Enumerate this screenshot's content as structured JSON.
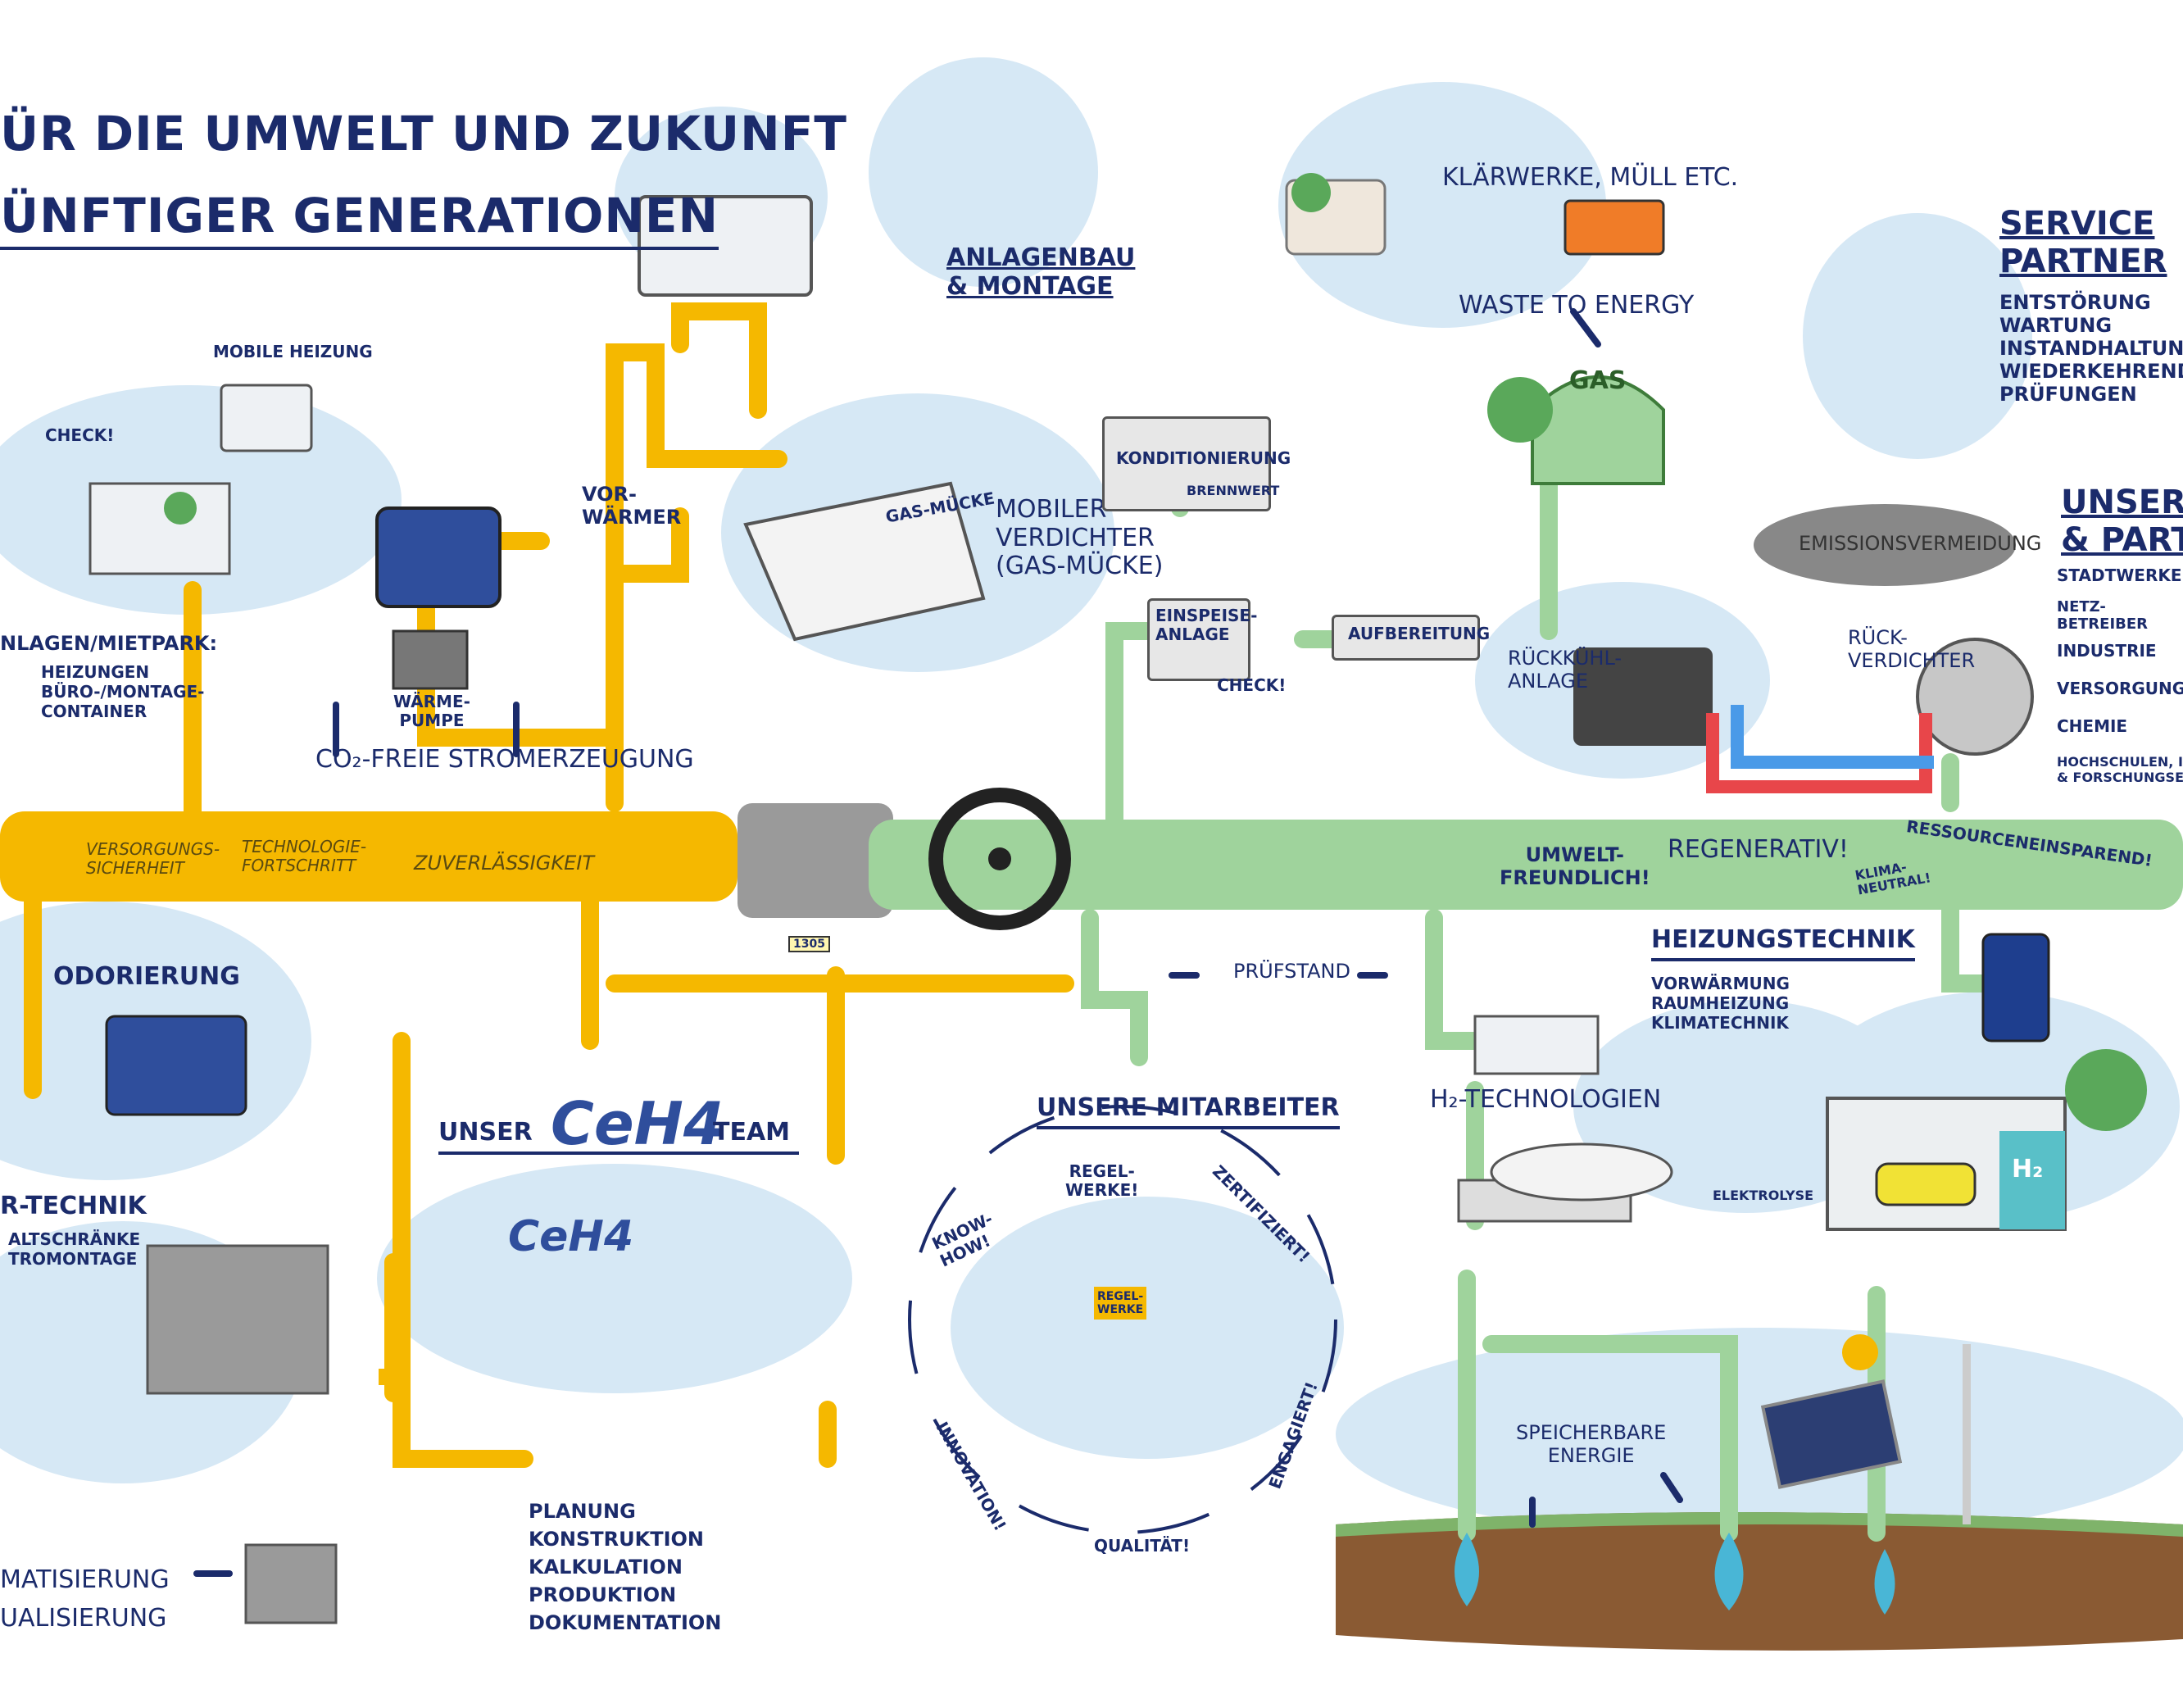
{
  "colors": {
    "yellow_pipe": "#f5b800",
    "green_pipe": "#9fd39c",
    "navy": "#1b2b6b",
    "sky": "#d6e8f5",
    "soil": "#8a5a33"
  },
  "title": {
    "line1": "ÜR DIE UMWELT UND ZUKUNFT",
    "line2": "ÜNFTIGER GENERATIONEN"
  },
  "labels": {
    "mobile_heizung": "MOBILE HEIZUNG",
    "check1": "CHECK!",
    "anlagen_mietpark": "NLAGEN/MIETPARK:",
    "mietpark_items": [
      "HEIZUNGEN",
      "BÜRO-/MONTAGE-",
      "CONTAINER"
    ],
    "vorwaermer": "VOR-\nWÄRMER",
    "waermepumpe": "WÄRME-\nPUMPE",
    "co2": "CO₂-FREIE STROMERZEUGUNG",
    "anlagenbau": "ANLAGENBAU\n& MONTAGE",
    "klaerwerke": "KLÄRWERKE, MÜLL ETC.",
    "waste": "WASTE TO ENERGY",
    "gas": "GAS",
    "service_title": "SERVICE\nPARTNER",
    "service_items": [
      "ENTSTÖRUNG",
      "WARTUNG",
      "INSTANDHALTUNG",
      "WIEDERKEHRENDE",
      "PRÜFUNGEN"
    ],
    "gas_muecke": "GAS-MÜCKE",
    "mobiler_verdichter": "MOBILER\nVERDICHTER\n(GAS-MÜCKE)",
    "konditionierung": "KONDITIONIERUNG",
    "brennwert": "BRENNWERT",
    "emission": "EMISSIONSVERMEIDUNG",
    "kunden_title": "UNSERE K\n& PARTN",
    "kunden_items": [
      "STADTWERKE",
      "NETZ-\nBETREIBER",
      "INDUSTRIE",
      "VERSORGUNGSUN",
      "CHEMIE",
      "HOCHSCHULEN, IN\n& FORSCHUNGSEIN"
    ],
    "einspeise": "EINSPEISE-\nANLAGE",
    "aufbereitung": "AUFBEREITUNG",
    "check2": "CHECK!",
    "rueckkuehl": "RÜCKKÜHL-\nANLAGE",
    "rueckverdichter": "RÜCK-\nVERDICHTER",
    "versorgung": "VERSORGUNGS-\nSICHERHEIT",
    "technologie": "TECHNOLOGIE-\nFORTSCHRITT",
    "zuverlaessig": "ZUVERLÄSSIGKEIT",
    "umwelt": "UMWELT-\nFREUNDLICH!",
    "regenerativ": "REGENERATIV!",
    "ressourcen": "RESSOURCENEINSPAREND!",
    "klima": "KLIMA-\nNEUTRAL!",
    "heizungstechnik": "HEIZUNGSTECHNIK",
    "heiz_items": [
      "VORWÄRMUNG",
      "RAUMHEIZUNG",
      "KLIMATECHNIK"
    ],
    "odorierung": "ODORIERUNG",
    "pruefstand": "PRÜFSTAND",
    "meter": "1305",
    "team_prefix": "UNSER",
    "team_logo": "CeH4",
    "team_suffix": "TEAM",
    "mitarbeiter": "UNSERE MITARBEITER",
    "h2": "H₂-TECHNOLOGIEN",
    "elektrolyse": "ELEKTROLYSE",
    "h2_sign": "H₂",
    "er_technik": "R-TECHNIK",
    "er_items": [
      "ALTSCHRÄNKE",
      "TROMONTAGE"
    ],
    "automatisierung": "MATISIERUNG\nUALISIERUNG",
    "knowhow": "KNOW-\nHOW!",
    "regelwerke": "REGEL-\nWERKE!",
    "zertifiziert": "ZERTIFIZIERT!",
    "innovation": "INNOVATION!",
    "qualitaet": "QUALITÄT!",
    "engagiert": "ENGAGIERT!",
    "regelwerke_sign": "REGEL-\nWERKE",
    "speicherbare": "SPEICHERBARE\nENERGIE",
    "team_tasks": [
      "PLANUNG",
      "KONSTRUKTION",
      "KALKULATION",
      "PRODUKTION",
      "DOKUMENTATION"
    ]
  }
}
